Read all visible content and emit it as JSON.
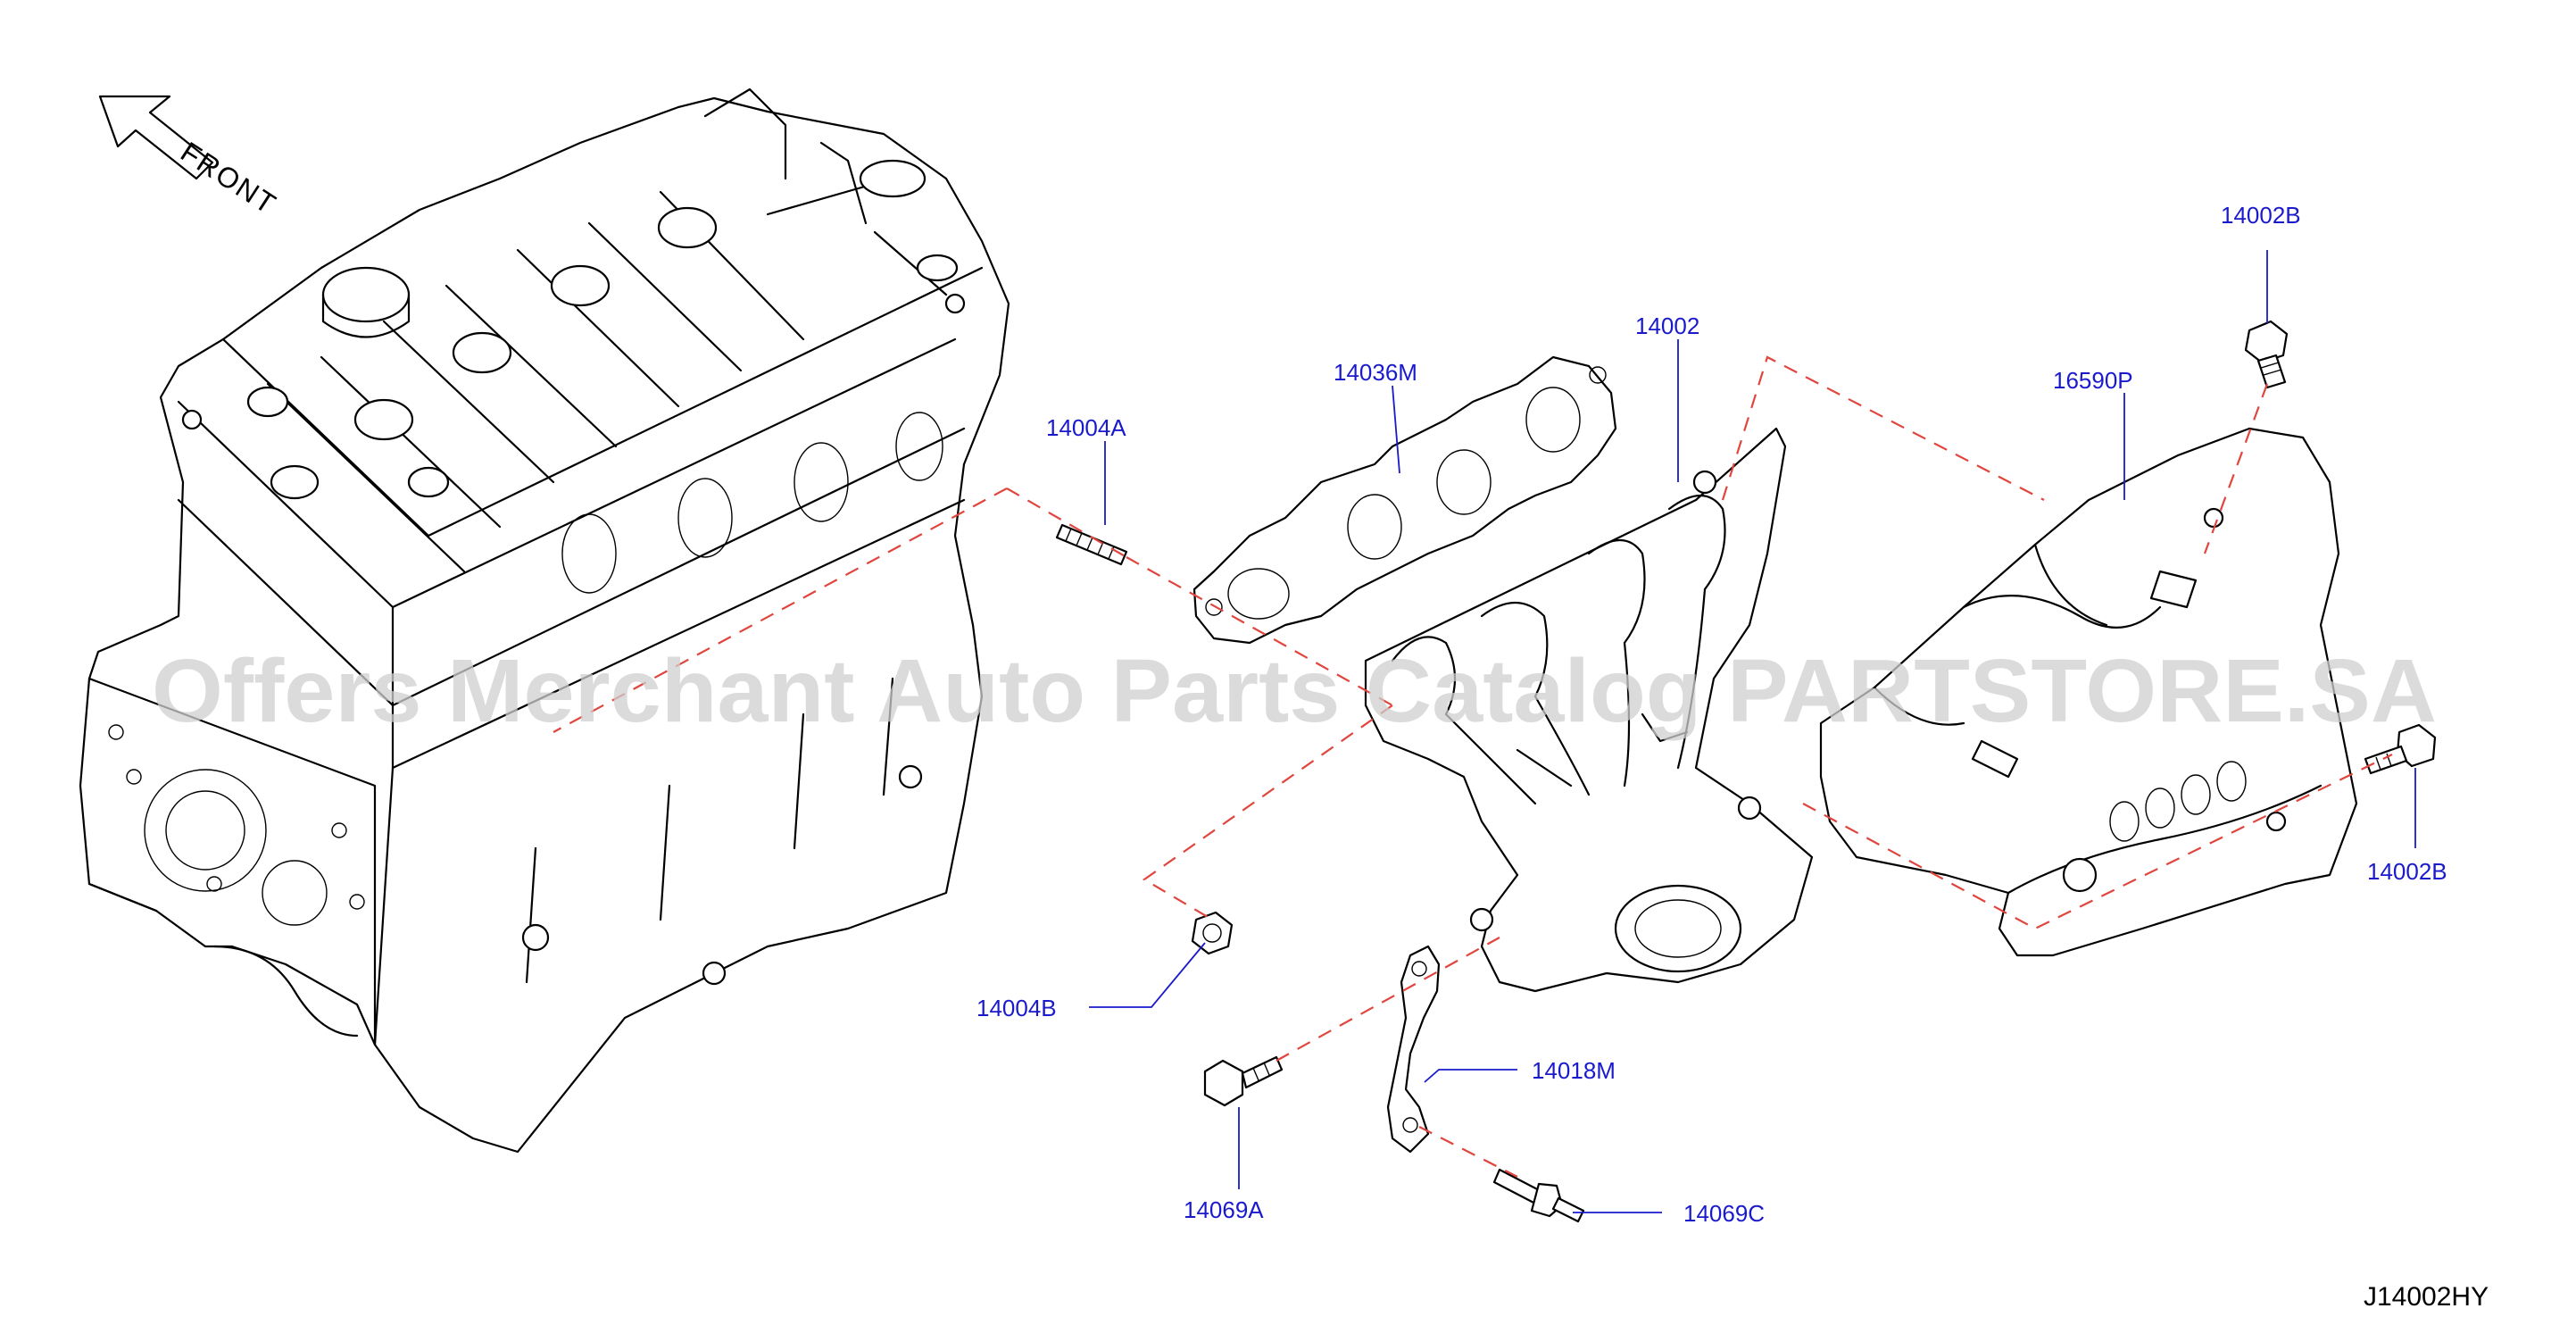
{
  "diagram": {
    "front_label": "FRONT",
    "watermark": "Offers Merchant Auto Parts Catalog PARTSTORE.SA",
    "reference_code": "J14002HY",
    "parts": {
      "p14002B_top": "14002B",
      "p14002": "14002",
      "p16590P": "16590P",
      "p14036M": "14036M",
      "p14004A": "14004A",
      "p14004B": "14004B",
      "p14018M": "14018M",
      "p14069A": "14069A",
      "p14069C": "14069C",
      "p14002B_right": "14002B"
    },
    "colors": {
      "label": "#1a1acc",
      "dashed_line": "#e0453e",
      "linework": "#000000",
      "watermark": "#cfcfcf"
    }
  }
}
